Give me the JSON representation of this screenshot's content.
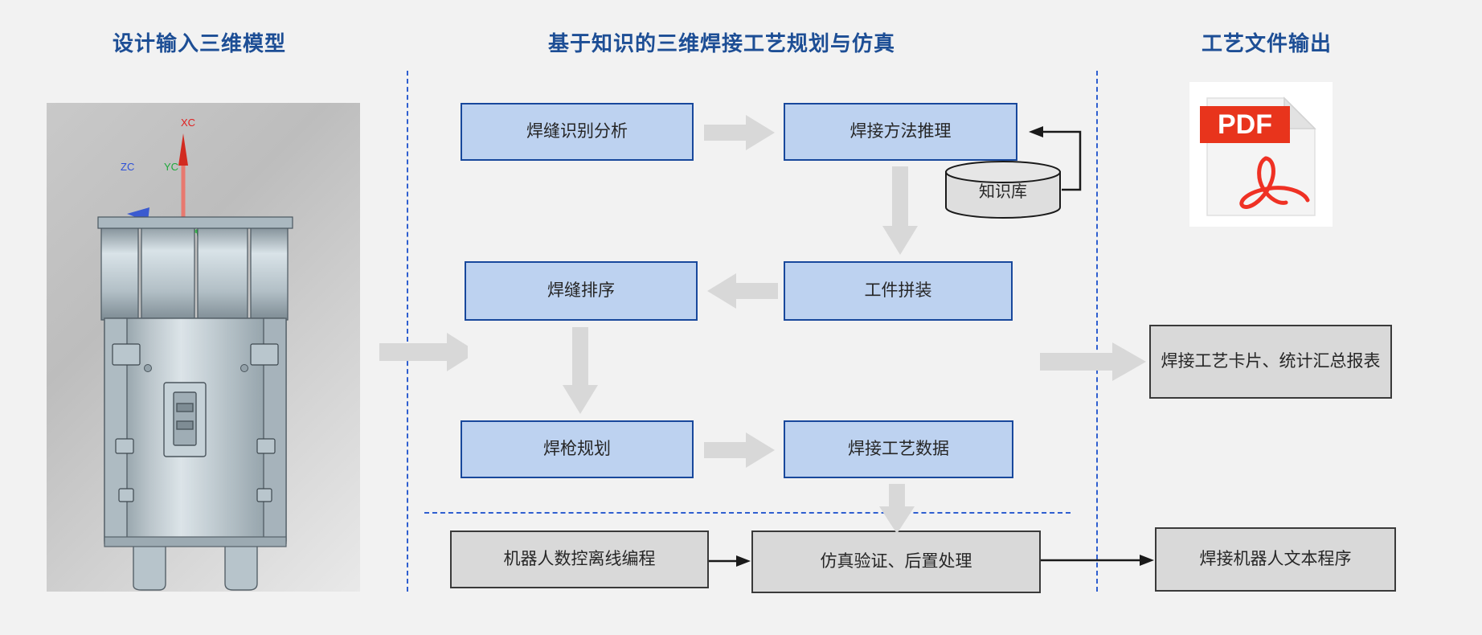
{
  "columns": {
    "left_title": "设计输入三维模型",
    "center_title": "基于知识的三维焊接工艺规划与仿真",
    "right_title": "工艺文件输出"
  },
  "model_viewport": {
    "axis_x_label": "XC",
    "axis_y_label": "YC",
    "axis_z_label": "ZC",
    "axis_x_color": "#e02020",
    "axis_y_color": "#1fa83c",
    "axis_z_color": "#2b4fd8",
    "description": "三维装配体模型"
  },
  "flow": {
    "nodes": [
      {
        "id": "weld-seam-recognition",
        "label": "焊缝识别分析",
        "style": "blue"
      },
      {
        "id": "welding-method-reasoning",
        "label": "焊接方法推理",
        "style": "blue"
      },
      {
        "id": "weld-seam-sequencing",
        "label": "焊缝排序",
        "style": "blue"
      },
      {
        "id": "workpiece-assembly",
        "label": "工件拼装",
        "style": "blue"
      },
      {
        "id": "torch-planning",
        "label": "焊枪规划",
        "style": "blue"
      },
      {
        "id": "welding-process-data",
        "label": "焊接工艺数据",
        "style": "blue"
      },
      {
        "id": "robot-offline-programming",
        "label": "机器人数控离线编程",
        "style": "grey"
      },
      {
        "id": "simulation-postprocessing",
        "label": "仿真验证、后置处理",
        "style": "grey"
      }
    ],
    "knowledge_base": "知识库"
  },
  "outputs": {
    "pdf_badge": "PDF",
    "process_card": "焊接工艺卡片、统计汇总报表",
    "robot_program": "焊接机器人文本程序"
  },
  "colors": {
    "title_blue": "#1d4e95",
    "node_fill_blue": "#bdd2f0",
    "node_border_blue": "#18489c",
    "node_fill_grey": "#d9d9d9",
    "node_border_grey": "#3a3a3a",
    "arrow_grey": "#d8d8d8",
    "dash_blue": "#2f5fd0",
    "background": "#f2f2f2",
    "pdf_red": "#e8341c"
  }
}
